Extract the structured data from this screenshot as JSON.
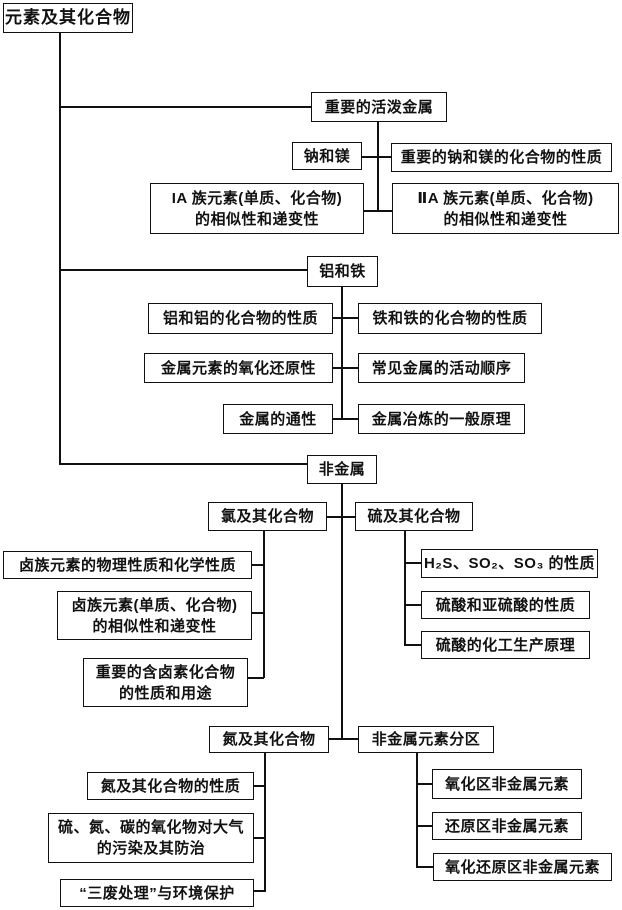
{
  "diagram_title": "元素及其化合物",
  "accent_colors": {
    "line": "#111111",
    "background": "#ffffff",
    "text": "#111111"
  },
  "nodes": {
    "root": {
      "label": "元素及其化合物"
    },
    "active_metals": {
      "label": "重要的活泼金属"
    },
    "na_mg": {
      "label": "钠和镁"
    },
    "na_mg_compounds": {
      "label": "重要的钠和镁的化合物的性质"
    },
    "group_ia": {
      "line1": "IA 族元素(单质、化合物)",
      "line2": "的相似性和递变性"
    },
    "group_iia": {
      "line1": "ⅡA 族元素(单质、化合物)",
      "line2": "的相似性和递变性"
    },
    "al_fe": {
      "label": "铝和铁"
    },
    "al_compounds": {
      "label": "铝和铝的化合物的性质"
    },
    "fe_compounds": {
      "label": "铁和铁的化合物的性质"
    },
    "metal_redox": {
      "label": "金属元素的氧化还原性"
    },
    "activity_series": {
      "label": "常见金属的活动顺序"
    },
    "metal_general": {
      "label": "金属的通性"
    },
    "smelting": {
      "label": "金属冶炼的一般原理"
    },
    "nonmetal": {
      "label": "非金属"
    },
    "chlorine": {
      "label": "氯及其化合物"
    },
    "sulfur": {
      "label": "硫及其化合物"
    },
    "halogen_props": {
      "label": "卤族元素的物理性质和化学性质"
    },
    "halogen_group": {
      "line1": "卤族元素(单质、化合物)",
      "line2": "的相似性和递变性"
    },
    "halogen_compounds": {
      "line1": "重要的含卤素化合物",
      "line2": "的性质和用途"
    },
    "h2s_so2_so3": {
      "label": "H₂S、SO₂、SO₃ 的性质"
    },
    "sulfuric_acids": {
      "label": "硫酸和亚硫酸的性质"
    },
    "sulfuric_production": {
      "label": "硫酸的化工生产原理"
    },
    "nitrogen": {
      "label": "氮及其化合物"
    },
    "nonmetal_zones": {
      "label": "非金属元素分区"
    },
    "nitrogen_props": {
      "label": "氮及其化合物的性质"
    },
    "pollution": {
      "line1": "硫、氮、碳的氧化物对大气",
      "line2": "的污染及其防治"
    },
    "three_wastes": {
      "label": "“三废处理”与环境保护"
    },
    "oxidation_zone": {
      "label": "氧化区非金属元素"
    },
    "reduction_zone": {
      "label": "还原区非金属元素"
    },
    "redox_zone": {
      "label": "氧化还原区非金属元素"
    }
  }
}
